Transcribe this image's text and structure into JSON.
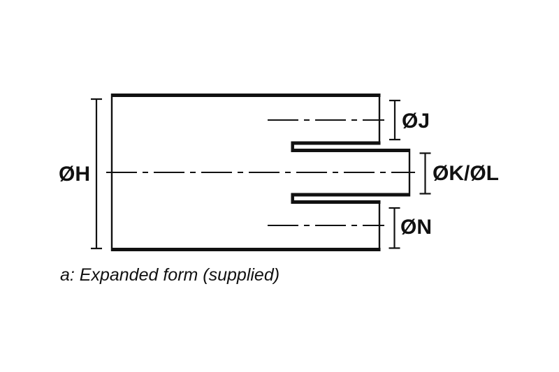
{
  "figure": {
    "type": "technical-cross-section-drawing",
    "caption": "a: Expanded form (supplied)",
    "dimension_labels": {
      "outer_diameter": "ØH",
      "upper_bore_diameter": "ØJ",
      "middle_stub_diameter": "ØK/ØL",
      "lower_bore_diameter": "ØN"
    },
    "colors": {
      "line": "#111111",
      "text": "#111111",
      "background": "#ffffff"
    }
  }
}
